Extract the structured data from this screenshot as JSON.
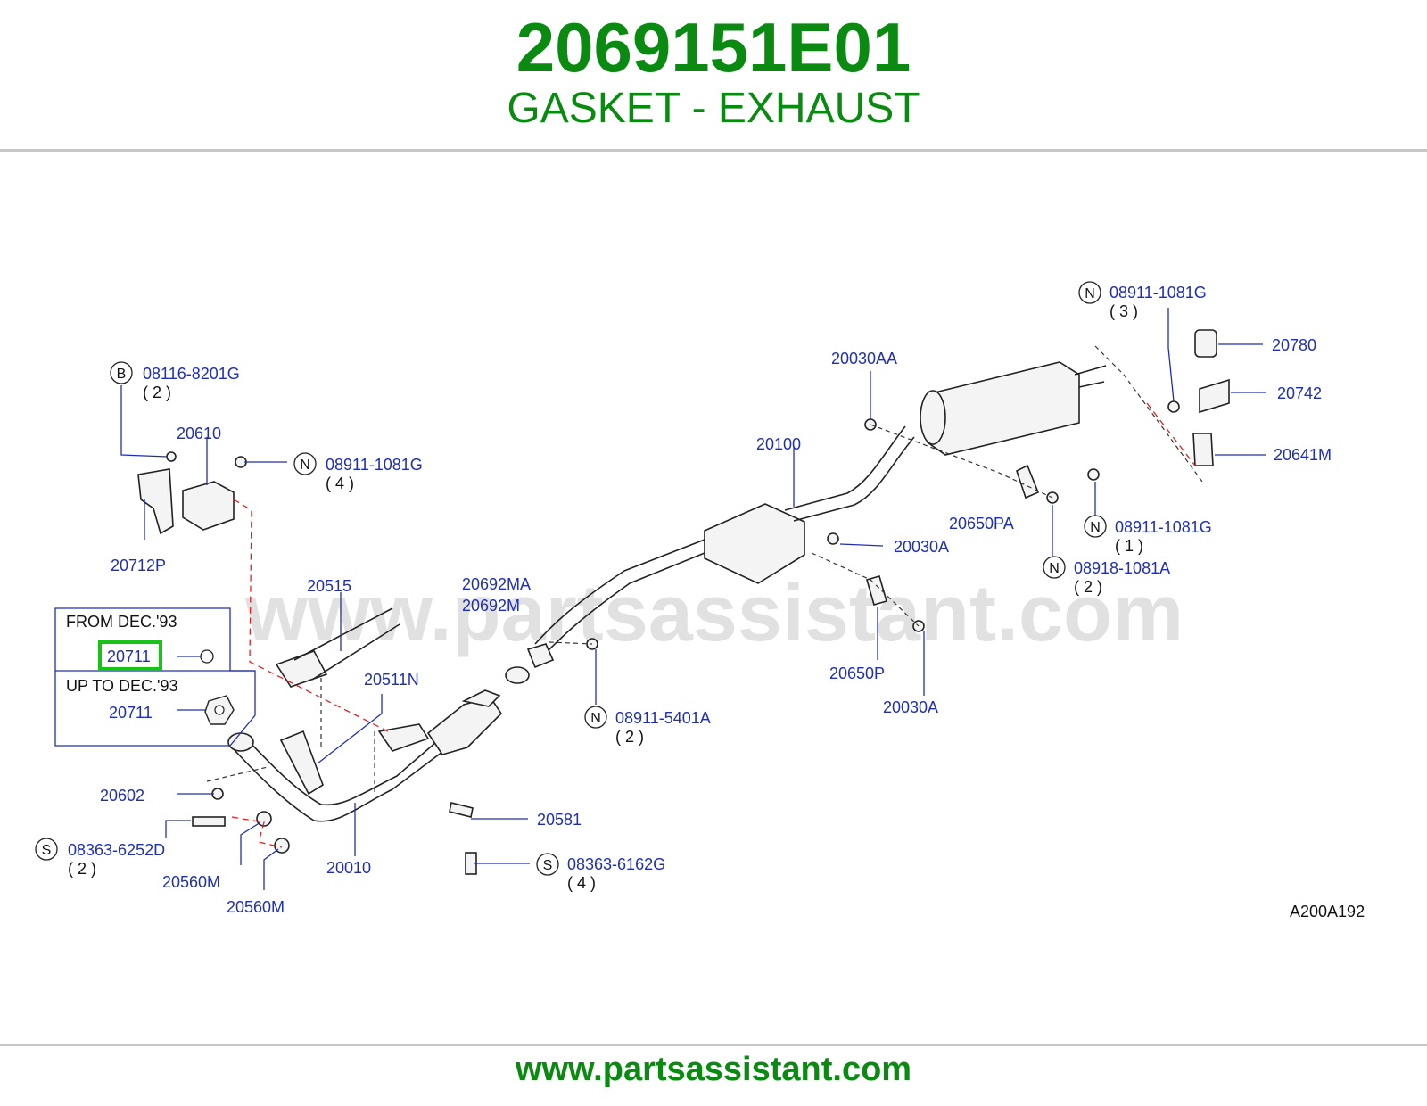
{
  "header": {
    "part_number": "2069151E01",
    "part_description": "GASKET - EXHAUST"
  },
  "watermark": "www.partsassistant.com",
  "diagram_code": "A200A192",
  "footer": {
    "link_text": "www.partsassistant.com"
  },
  "legend_box": {
    "from_text": "FROM   DEC.'93",
    "from_part": "20711",
    "upto_text": "UP   TO   DEC.'93",
    "upto_part": "20711"
  },
  "callouts": {
    "c_08116": {
      "prefix": "B",
      "part": "08116-8201G",
      "qty": "( 2   )"
    },
    "p_20610": {
      "part": "20610"
    },
    "c_08911_4": {
      "prefix": "N",
      "part": "08911-1081G",
      "qty": "( 4   )"
    },
    "p_20712P": {
      "part": "20712P"
    },
    "p_20515": {
      "part": "20515"
    },
    "p_20511N": {
      "part": "20511N"
    },
    "p_20602": {
      "part": "20602"
    },
    "c_08363_6252": {
      "prefix": "S",
      "part": "08363-6252D",
      "qty": "( 2   )"
    },
    "p_20560M_a": {
      "part": "20560M"
    },
    "p_20560M_b": {
      "part": "20560M"
    },
    "p_20010": {
      "part": "20010"
    },
    "p_20581": {
      "part": "20581"
    },
    "c_08363_6162": {
      "prefix": "S",
      "part": "08363-6162G",
      "qty": "( 4   )"
    },
    "p_20692MA": {
      "part": "20692MA"
    },
    "p_20692M": {
      "part": "20692M"
    },
    "c_08911_5401": {
      "prefix": "N",
      "part": "08911-5401A",
      "qty": "( 2   )"
    },
    "p_20100": {
      "part": "20100"
    },
    "p_20030AA": {
      "part": "20030AA"
    },
    "p_20030A_a": {
      "part": "20030A"
    },
    "p_20650P": {
      "part": "20650P"
    },
    "p_20030A_b": {
      "part": "20030A"
    },
    "p_20650PA": {
      "part": "20650PA"
    },
    "c_08911_1": {
      "prefix": "N",
      "part": "08911-1081G",
      "qty": "( 1   )"
    },
    "c_08918": {
      "prefix": "N",
      "part": "08918-1081A",
      "qty": "( 2   )"
    },
    "c_08911_3": {
      "prefix": "N",
      "part": "08911-1081G",
      "qty": "( 3   )"
    },
    "p_20780": {
      "part": "20780"
    },
    "p_20742": {
      "part": "20742"
    },
    "p_20641M": {
      "part": "20641M"
    }
  },
  "colors": {
    "title_green": "#0b8a12",
    "label_blue": "#1f2fb5",
    "highlight_green": "#19c219",
    "rule_gray": "#c6c6c6"
  }
}
